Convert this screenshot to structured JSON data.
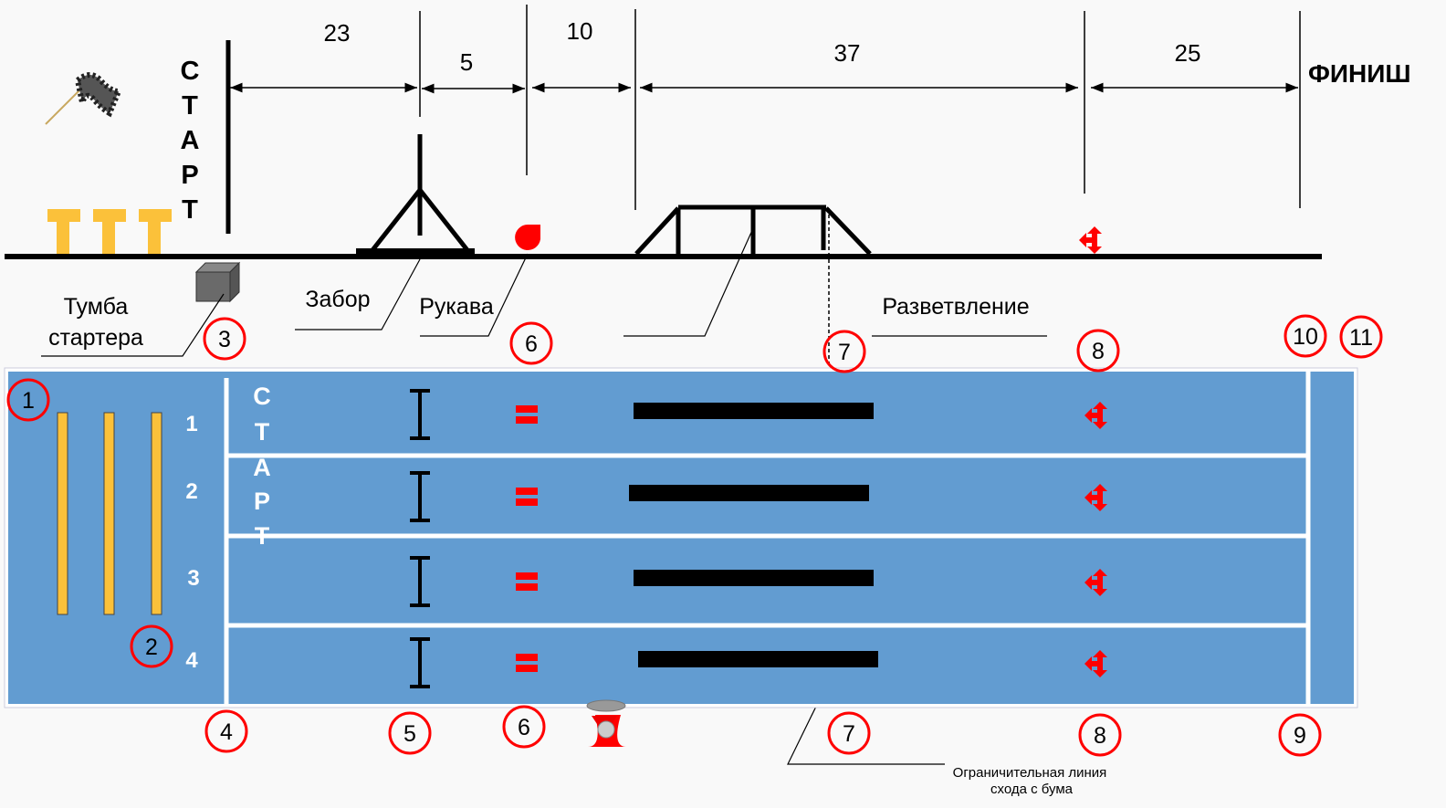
{
  "title_start_letters": [
    "С",
    "Т",
    "А",
    "Р",
    "Т"
  ],
  "finish_label": "ФИНИШ",
  "dimensions": [
    "23",
    "5",
    "10",
    "37",
    "25"
  ],
  "labels": {
    "tumba_line1": "Тумба",
    "tumba_line2": "стартера",
    "fence": "Забор",
    "sleeves": "Рукава",
    "branching": "Разветвление",
    "boom_limit_line1": "Ограничительная линия",
    "boom_limit_line2": "схода с бума"
  },
  "lane_numbers": [
    "1",
    "2",
    "3",
    "4"
  ],
  "markers_top": [
    "3",
    "6",
    "7",
    "8",
    "10",
    "11"
  ],
  "markers_field": [
    "1",
    "2"
  ],
  "markers_bottom": [
    "4",
    "5",
    "6",
    "7",
    "8",
    "9"
  ],
  "colors": {
    "field": "#629CD1",
    "stand": "#FBC13A",
    "marker": "#FF0000",
    "icon": "#FF0000"
  }
}
